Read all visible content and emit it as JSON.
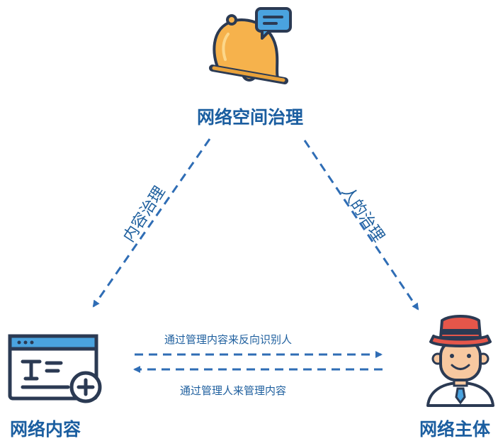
{
  "nodes": {
    "top": {
      "label": "网络空间治理",
      "icon": "bell-chat-icon"
    },
    "left": {
      "label": "网络内容",
      "icon": "text-editor-window-icon"
    },
    "right": {
      "label": "网络主体",
      "icon": "person-hat-icon"
    }
  },
  "edges": {
    "content_governance": "内容治理",
    "people_governance": "人的治理",
    "content_to_person": "通过管理内容来反向识别人",
    "person_to_content": "通过管理人来管理内容"
  },
  "colors": {
    "accent_blue": "#1b5ea0",
    "arrow_blue": "#2f6db5",
    "outline": "#2b3a53",
    "bell_orange": "#f6b24c",
    "hat_red": "#e5564a"
  }
}
